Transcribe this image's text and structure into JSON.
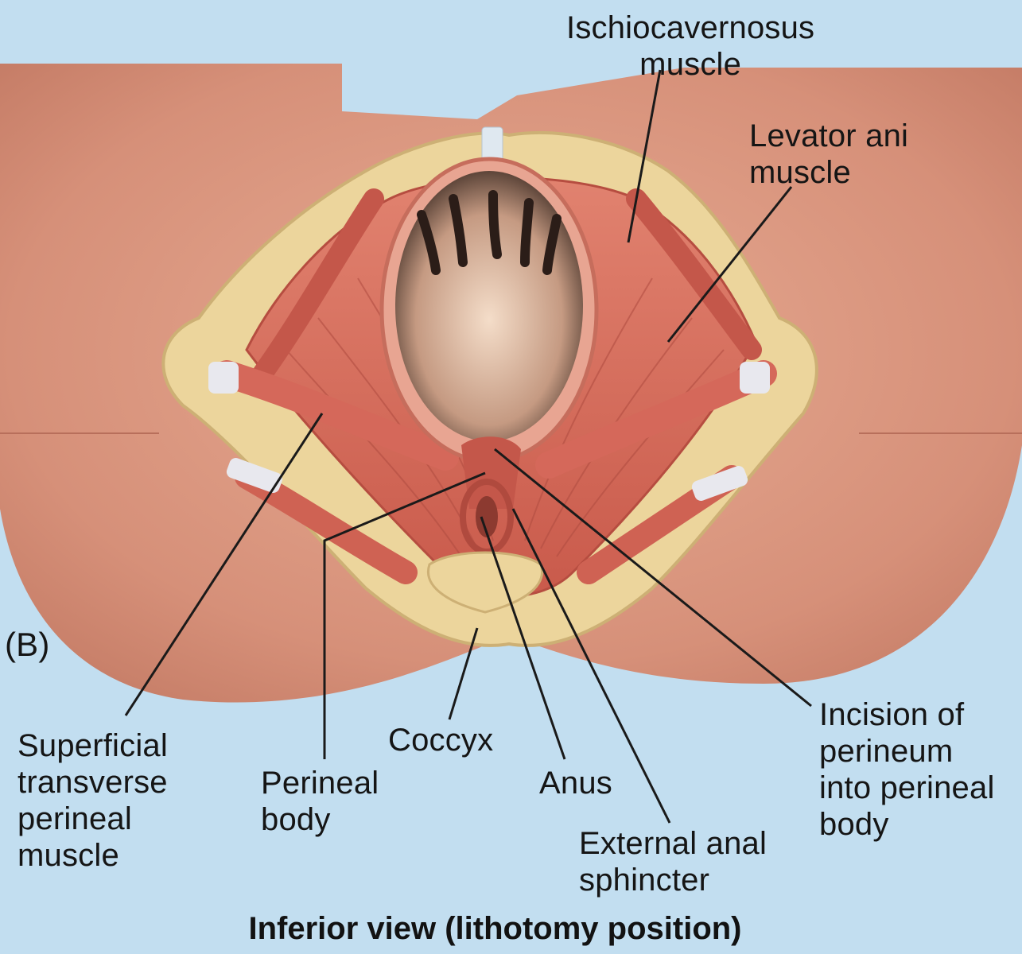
{
  "figure": {
    "panel_label": "(B)",
    "caption": "Inferior view (lithotomy position)",
    "labels": {
      "ischiocavernosus": "Ischiocavernosus\nmuscle",
      "levator_ani": "Levator ani\nmuscle",
      "superficial_transverse": "Superficial\ntransverse\nperineal\nmuscle",
      "perineal_body": "Perineal\nbody",
      "coccyx": "Coccyx",
      "anus": "Anus",
      "external_anal_sphincter": "External anal\nsphincter",
      "incision": "Incision of\nperineum\ninto perineal\nbody"
    }
  },
  "colors": {
    "background": "#c2def0",
    "skin": "#d99880",
    "bone": "#ecd59c",
    "muscle": "#d96a5a",
    "leader_line": "#1a1a1a"
  }
}
